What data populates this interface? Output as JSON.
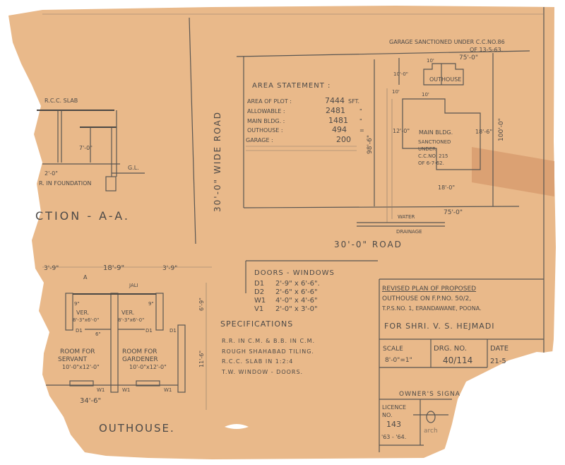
{
  "colors": {
    "paper": "#e9b98a",
    "pencil": "#4d4a48",
    "tape": "#d79a6a"
  },
  "section": {
    "title": "CTION - A-A.",
    "slab": "R.C.C. SLAB",
    "height": "7'-0\"",
    "depth": "2'-0\"",
    "foundation": "R. IN FOUNDATION",
    "gl": "G.L."
  },
  "road_side": "30'-0\" WIDE ROAD",
  "road_bottom": "30'-0\" ROAD",
  "area_statement": {
    "title": "AREA STATEMENT :",
    "rows": [
      {
        "label": "AREA OF PLOT :",
        "value": "7444",
        "unit": "SFT."
      },
      {
        "label": "ALLOWABLE :",
        "value": "2481",
        "unit": "\""
      },
      {
        "label": "MAIN BLDG. :",
        "value": "1481",
        "unit": "\""
      },
      {
        "label": "OUTHOUSE :",
        "value": "494",
        "unit": "="
      },
      {
        "label": "GARAGE :",
        "value": "200",
        "unit": ""
      }
    ]
  },
  "site_plan": {
    "garage_note": "GARAGE SANCTIONED UNDER C.C.NO.86",
    "garage_date": "OF 13-5-63.",
    "top_width": "75'-0\"",
    "bottom_width": "75'-0\"",
    "depth": "100'-0\"",
    "left_depth": "98'-6\"",
    "outhouse_label": "OUTHOUSE",
    "dim_10a": "10'",
    "dim_10b": "10'-0\"",
    "dim_10c": "10'",
    "dim_10d": "10'",
    "dim_12": "12'-0\"",
    "dim_18_6": "18'-6\"",
    "dim_18_0": "18'-0\"",
    "main_label": "MAIN BLDG.",
    "main_note": [
      "SANCTIONED",
      "UNDER",
      "C.C.NO. 215",
      "OF 6-7-62."
    ],
    "water": "WATER",
    "drainage": "DRAINAGE"
  },
  "doors_windows": {
    "title": "DOORS - WINDOWS",
    "rows": [
      {
        "code": "D1",
        "size": "2'-9\" x 6'-6\"."
      },
      {
        "code": "D2",
        "size": "2'-6\" x 6'-6\""
      },
      {
        "code": "W1",
        "size": "4'-0\" x 4'-6\""
      },
      {
        "code": "V1",
        "size": "2'-0\" x 3'-0\""
      }
    ]
  },
  "specifications": {
    "title": "SPECIFICATIONS",
    "items": [
      "R.R. IN C.M. & B.B. IN C.M.",
      "ROUGH SHAHABAD TILING.",
      "R.C.C. SLAB IN 1:2:4",
      "T.W. WINDOW - DOORS."
    ]
  },
  "outhouse_plan": {
    "title": "OUTHOUSE.",
    "dim_left": "3'-9\"",
    "dim_mid": "18'-9\"",
    "dim_right": "3'-9\"",
    "section_mark": "A",
    "jali": "JALI",
    "ver_label": "VER.",
    "ver_size": "8'-3\"x6'-0\"",
    "nine": "9\"",
    "six": "6\"",
    "d1": "D1",
    "w1": "W1",
    "room1": [
      "ROOM FOR",
      "SERVANT",
      "10'-0\"x12'-0\""
    ],
    "room2": [
      "ROOM FOR",
      "GARDENER",
      "10'-0\"x12'-0\""
    ],
    "total": "34'-6\"",
    "side_a": "6'-9\"",
    "side_b": "11'-6\""
  },
  "title_block": {
    "lines": [
      "REVISED PLAN OF PROPOSED",
      "OUTHOUSE ON F.P.NO. 50/2,",
      "T.P.S.NO. 1, ERANDAWANE, POONA."
    ],
    "owner": "FOR SHRI. V. S. HEJMADI",
    "scale_label": "SCALE",
    "scale_value": "8'-0\"=1\"",
    "drg_label": "DRG. NO.",
    "drg_value": "40/114",
    "date_label": "DATE",
    "date_value": "21-5",
    "signature_label": "OWNER'S SIGNA",
    "licence_label": "LICENCE",
    "licence_no_label": "NO.",
    "licence_no": "143",
    "licence_years": "'63 - '64.",
    "stamp": "arch"
  }
}
